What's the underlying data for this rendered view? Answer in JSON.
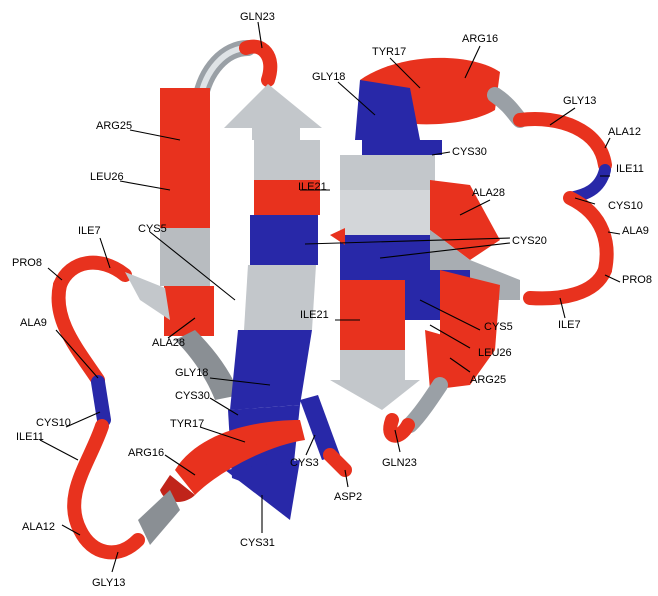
{
  "colors": {
    "helix_red": "#e8321e",
    "strand_blue": "#2828a8",
    "coil_gray": "#c8ccd0",
    "label_text": "#000000"
  },
  "labels": {
    "gln23_top": "GLN23",
    "tyr17_right": "TYR17",
    "arg16_right": "ARG16",
    "gly18_right": "GLY18",
    "gly13_right": "GLY13",
    "arg25_left": "ARG25",
    "ala12_right": "ALA12",
    "cys30_right": "CYS30",
    "ile11_right": "ILE11",
    "leu26_left": "LEU26",
    "ile21_left": "ILE21",
    "ala28_right": "ALA28",
    "cys10_right": "CYS10",
    "ile7_left": "ILE7",
    "cys5_left": "CYS5",
    "cys20": "CYS20",
    "ala9_right": "ALA9",
    "pro8_left": "PRO8",
    "pro8_right": "PRO8",
    "ile7_right": "ILE7",
    "ile21_right": "ILE21",
    "cys5_right": "CYS5",
    "ala28_left": "ALA28",
    "ala9_left": "ALA9",
    "leu26_right": "LEU26",
    "gly18_left": "GLY18",
    "cys30_left": "CYS30",
    "arg25_right": "ARG25",
    "cys10_left": "CYS10",
    "tyr17_left": "TYR17",
    "cys3": "CYS3",
    "arg16_left": "ARG16",
    "ile11_left": "ILE11",
    "gln23_bottom": "GLN23",
    "asp2": "ASP2",
    "ala12_left": "ALA12",
    "cys31": "CYS31",
    "gly13_left": "GLY13"
  }
}
